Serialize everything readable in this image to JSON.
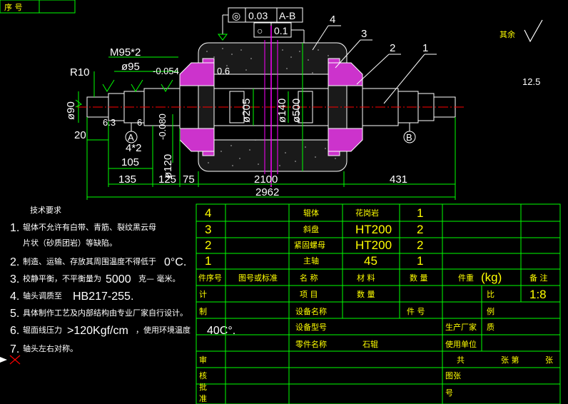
{
  "colors": {
    "background": "#000000",
    "geometry": "#ffffff",
    "dimension": "#00ff00",
    "centerline": "#ff0000",
    "hatch": "#cc33cc",
    "table_line": "#00ff00",
    "table_text": "#ffff00",
    "magenta": "#ff00ff"
  },
  "corner": {
    "label": "序  号"
  },
  "tolerance_frame": {
    "row1": {
      "symbol": "◎",
      "value": "0.03",
      "datum": "A-B"
    },
    "row2": {
      "symbol": "○",
      "value": "0.1"
    }
  },
  "surface": {
    "rest_label": "其余",
    "roughness": "12.5"
  },
  "callouts": [
    "4",
    "3",
    "2",
    "1"
  ],
  "datums": {
    "a": "A",
    "b": "B"
  },
  "dimensions": {
    "thread": "M95*2",
    "dia95": "ø95",
    "dia95_tol": "-0.054",
    "r10": "R10",
    "dia90": "ø90",
    "d6_3": "6.3",
    "d6_left": "6",
    "d20": "20",
    "d4x2": "4*2",
    "d105": "105",
    "d135": "135",
    "d125": "125",
    "d75": "75",
    "dia120": "ø120",
    "dia120_tol": "-0.080",
    "dia205": "ø205",
    "dia140": "ø140",
    "dia500": "ø500",
    "d2100": "2100",
    "d431": "431",
    "d2962": "2962",
    "small_06": "0.6"
  },
  "notes": {
    "title": "技术要求",
    "items": [
      {
        "num": "1.",
        "text": "辊体不允许有白带、青筋、裂纹黑云母"
      },
      {
        "num": "",
        "text": "片状（砂质团岩）等缺陷。"
      },
      {
        "num": "2.",
        "text": "制造、运输、存放其周围温度不得低于",
        "big": "0°C."
      },
      {
        "num": "3.",
        "text": "校静平衡，不平衡量为",
        "big": "5000",
        "tail": "克— 毫米。"
      },
      {
        "num": "4.",
        "text": "轴头调质至",
        "big": "HB217-255."
      },
      {
        "num": "5.",
        "text": "具体制作工艺及内部结构由专业厂家自行设计。"
      },
      {
        "num": "6.",
        "text": "辊面线压力",
        "big": ">120Kgf/cm",
        "tail": "，使用环境温度",
        "big2": "40C°."
      },
      {
        "num": "7.",
        "text": "轴头左右对称。"
      }
    ]
  },
  "bom": [
    {
      "no": "4",
      "name": "辊体",
      "material": "花岗岩",
      "qty": "1"
    },
    {
      "no": "3",
      "name": "斜盘",
      "material": "HT200",
      "qty": "2"
    },
    {
      "no": "2",
      "name": "紧固螺母",
      "material": "HT200",
      "qty": "2"
    },
    {
      "no": "1",
      "name": "主轴",
      "material": "45",
      "qty": "1"
    }
  ],
  "table_header": {
    "col_no": "件序号",
    "col_drawing": "图号或标准",
    "col_name": "名  称",
    "col_material": "材  料",
    "col_qty": "数  量",
    "col_weight": "件重",
    "col_weight_unit": "(kg)",
    "col_remark": "备  注"
  },
  "title_block": {
    "ji": "计",
    "xiangmu": "项  目",
    "shuliang": "数  量",
    "bi": "比",
    "scale": "1:8",
    "zhi": "制",
    "equip_name": "设备名称",
    "jianhao": "件  号",
    "li": "例",
    "equip_model": "设备型号",
    "maker": "生产厂家",
    "maker_value": "质",
    "part_name": "零件名称",
    "part_value": "石辊",
    "user": "使用单位",
    "shen": "审",
    "total": "共",
    "sheet": "张 第",
    "sheet_tail": "张",
    "he": "核",
    "drawing_no": "图张",
    "pi": "批",
    "hao": "号",
    "zhun": "准"
  }
}
